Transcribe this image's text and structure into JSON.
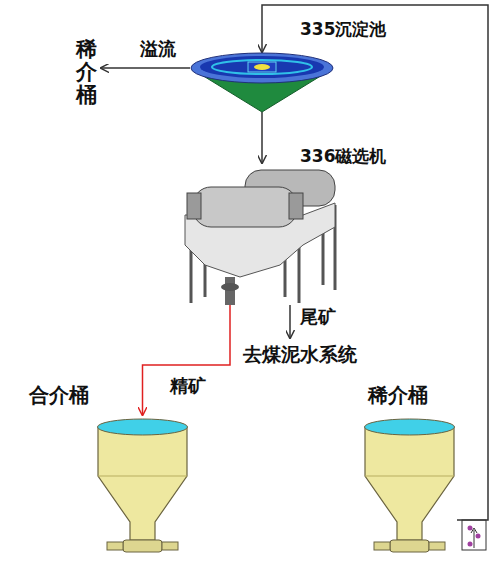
{
  "diagram": {
    "nodes": [
      {
        "text": [
          "335沉淀池"
        ]
      },
      {
        "text": [
          "稀介桶"
        ]
      },
      {
        "text": [
          "336磁选机"
        ]
      },
      {
        "text": [
          "去煤泥水系统"
        ]
      },
      {
        "text": [
          "合介桶"
        ]
      },
      {
        "text": [
          "稀介桶"
        ]
      }
    ],
    "edges": [
      {
        "from": 0,
        "to": 1,
        "label": "溢流",
        "arrow": "to"
      },
      {
        "from": 0,
        "to": 2,
        "arrow": "to"
      },
      {
        "from": 2,
        "to": 4,
        "label": "精矿",
        "arrow": "to"
      },
      {
        "from": 2,
        "to": 3,
        "label": "尾矿",
        "arrow": "to"
      },
      {
        "from": 5,
        "to": 0,
        "arrow": "to"
      }
    ]
  }
}
